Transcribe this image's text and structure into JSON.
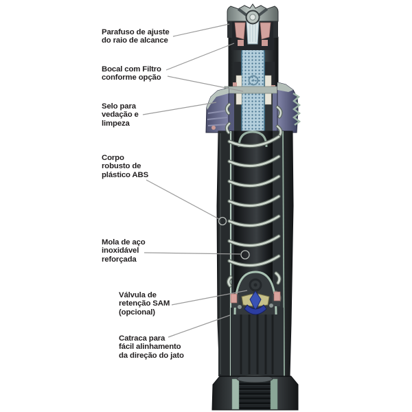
{
  "figure": {
    "illustration": "pop-up-sprinkler-cutaway",
    "labels": [
      {
        "id": "parafuso",
        "lines": [
          "Parafuso de ajuste",
          "do raio de alcance"
        ]
      },
      {
        "id": "bocal",
        "lines": [
          "Bocal com Filtro",
          "conforme opção"
        ]
      },
      {
        "id": "selo",
        "lines": [
          "Selo para",
          "vedação e",
          "limpeza"
        ]
      },
      {
        "id": "corpo",
        "lines": [
          "Corpo",
          "robusto de",
          "plástico ABS"
        ]
      },
      {
        "id": "mola",
        "lines": [
          "Mola de aço",
          "inoxidável",
          "reforçada"
        ]
      },
      {
        "id": "valvula",
        "lines": [
          "Válvula de",
          "retenção SAM",
          "(opcional)"
        ]
      },
      {
        "id": "catraca",
        "lines": [
          "Catraca para",
          "fácil alinhamento",
          "da direção do jato"
        ]
      }
    ],
    "colors": {
      "background": "#ffffff",
      "label_text": "#221f20",
      "leader_line": "#9a9a9a",
      "body_dark": "#26292b",
      "cut_face": "#c9d3cd",
      "seal_purple": "#62668a",
      "seal_pink": "#d2a09c",
      "filter_blue": "#aecbd9",
      "spring": "#cfd8cf",
      "valve_blue": "#3952b5",
      "valve_olive": "#c6c08a",
      "thread_green": "#9fb8aa"
    }
  }
}
